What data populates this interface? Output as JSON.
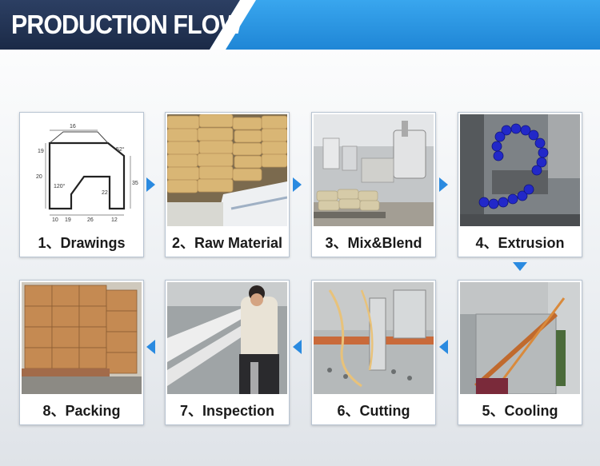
{
  "header": {
    "title": "PRODUCTION FLOW"
  },
  "colors": {
    "accent_blue": "#2a8ae0",
    "header_dark": "#1b2a47",
    "header_blue": "#1f86d6"
  },
  "steps": [
    {
      "label": "1、Drawings",
      "icon": "drawing-image"
    },
    {
      "label": "2、Raw Material",
      "icon": "raw-material-image"
    },
    {
      "label": "3、Mix&Blend",
      "icon": "mix-blend-image"
    },
    {
      "label": "4、Extrusion",
      "icon": "extrusion-image"
    },
    {
      "label": "5、Cooling",
      "icon": "cooling-image"
    },
    {
      "label": "6、Cutting",
      "icon": "cutting-image"
    },
    {
      "label": "7、Inspection",
      "icon": "inspection-image"
    },
    {
      "label": "8、Packing",
      "icon": "packing-image"
    }
  ],
  "drawing": {
    "dims": [
      "16",
      "52°",
      "19",
      "20",
      "35",
      "22",
      "120°",
      "10",
      "19",
      "26",
      "12"
    ]
  }
}
